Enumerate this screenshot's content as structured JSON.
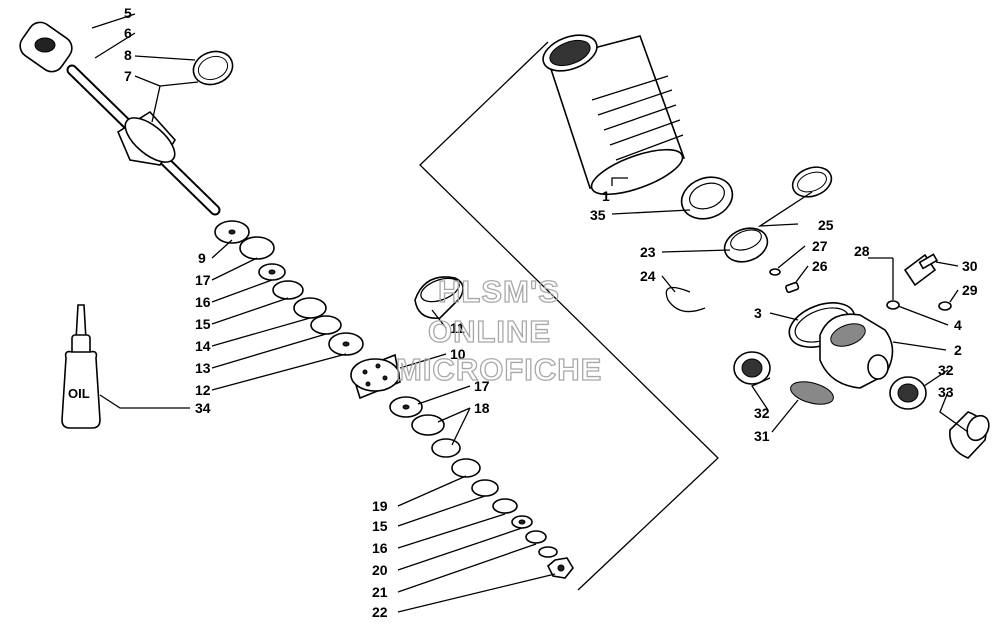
{
  "callouts": [
    {
      "num": "5"
    },
    {
      "num": "6"
    },
    {
      "num": "8"
    },
    {
      "num": "7"
    },
    {
      "num": "9"
    },
    {
      "num": "17"
    },
    {
      "num": "16"
    },
    {
      "num": "15"
    },
    {
      "num": "14"
    },
    {
      "num": "13"
    },
    {
      "num": "12"
    },
    {
      "num": "34"
    },
    {
      "num": "11"
    },
    {
      "num": "10"
    },
    {
      "num": "17"
    },
    {
      "num": "18"
    },
    {
      "num": "19"
    },
    {
      "num": "15"
    },
    {
      "num": "16"
    },
    {
      "num": "20"
    },
    {
      "num": "21"
    },
    {
      "num": "22"
    },
    {
      "num": "1"
    },
    {
      "num": "35"
    },
    {
      "num": "23"
    },
    {
      "num": "24"
    },
    {
      "num": "25"
    },
    {
      "num": "27"
    },
    {
      "num": "26"
    },
    {
      "num": "28"
    },
    {
      "num": "30"
    },
    {
      "num": "29"
    },
    {
      "num": "4"
    },
    {
      "num": "3"
    },
    {
      "num": "2"
    },
    {
      "num": "32"
    },
    {
      "num": "32"
    },
    {
      "num": "31"
    },
    {
      "num": "33"
    }
  ],
  "oil_bottle_label": "OIL",
  "watermark": [
    "HLSM'S",
    "ONLINE",
    "MICROFICHE"
  ]
}
